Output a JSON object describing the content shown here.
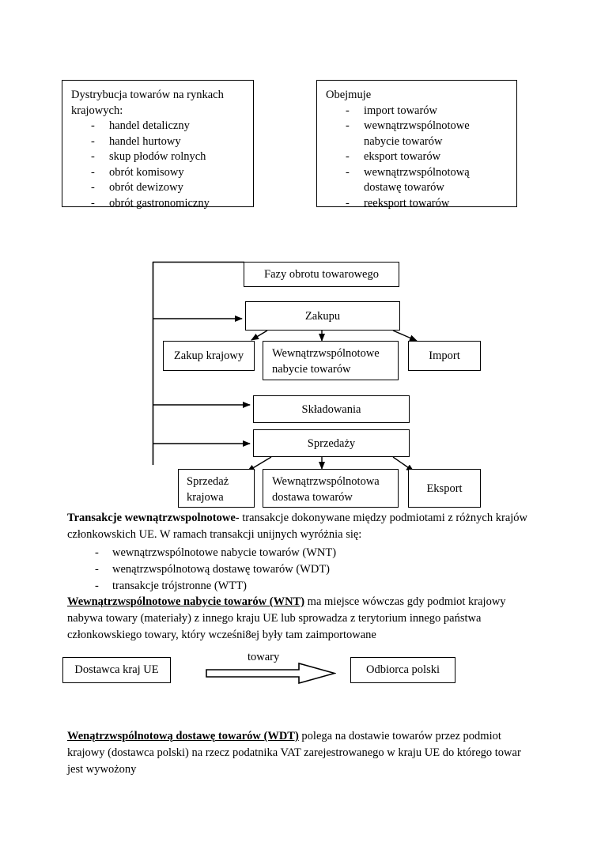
{
  "top_boxes": [
    {
      "name": "distribution-box",
      "heading": "Dystrybucja towarów na rynkach\nkrajowych:",
      "dash": "-",
      "items": [
        "handel detaliczny",
        "handel hurtowy",
        "skup płodów rolnych",
        "obrót komisowy",
        "obrót dewizowy",
        "obrót gastronomiczny"
      ]
    },
    {
      "name": "scope-box",
      "heading": "Obejmuje",
      "dash": "-",
      "items": [
        "import towarów",
        "wewnątrzwspólnotowe\nnabycie towarów",
        "eksport towarów",
        "wewnątrzwspólnotową\ndostawę towarów",
        "reeksport towarów"
      ]
    }
  ],
  "flowchart": {
    "title_box": "Fazy obrotu towarowego",
    "phase_purchase": "Zakupu",
    "purchase_children": [
      "Zakup krajowy",
      "Wewnątrzwspólnotowe\nnabycie towarów",
      "Import"
    ],
    "phase_storage": "Składowania",
    "phase_sales": "Sprzedaży",
    "sales_children": [
      "Sprzedaż\nkrajowa",
      "Wewnątrzwspólnotowa\ndostawa towarów",
      "Eksport"
    ]
  },
  "sections": {
    "transactions": {
      "lead_bold": "Transakcje wewnątrzwspolnotowe",
      "lead_rest": "- transakcje dokonywane między podmiotami z różnych krajów członkowskich UE. W ramach transakcji unijnych wyróżnia się:",
      "dash": "-",
      "items": [
        "wewnątrzwspólnotowe nabycie towarów (WNT)",
        "wenątrzwspólnotową dostawę towarów (WDT)",
        "transakcje trójstronne (WTT)"
      ]
    },
    "wnt": {
      "term": "Wewnątrzwspólnotowe nabycie towarów (WNT)",
      "body": " ma miejsce wówczas gdy podmiot krajowy nabywa towary  (materiały) z innego kraju UE  lub sprowadza z terytorium innego państwa członkowskiego towary, który wcześni8ej były tam zaimportowane"
    },
    "wdt": {
      "term": "Wenątrzwspólnotową dostawę towarów (WDT)",
      "body": " polega na dostawie towarów przez podmiot krajowy (dostawca polski) na rzecz podatnika VAT zarejestrowanego w kraju UE do którego towar jest wywożony"
    }
  },
  "flow_arrow": {
    "source_box": "Dostawca kraj UE",
    "label": "towary",
    "target_box": "Odbiorca polski"
  }
}
